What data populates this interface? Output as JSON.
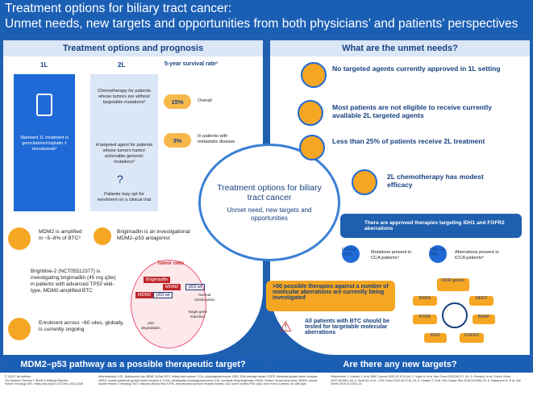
{
  "title_line1": "Treatment options for biliary tract cancer:",
  "title_line2": "Unmet needs, new targets and opportunities from both physicians’ and patients’ perspectives",
  "left_section": "Treatment options and prognosis",
  "right_section": "What are the unmet needs?",
  "col_1l": "1L",
  "col_2l": "2L",
  "survival_header": "5-year survival rate¹",
  "first_line_text": "Standard 1L treatment is gemcitabine/cisplatin ± durvalumab²",
  "chemo_2l": "Chemotherapy for patients whose tumors are without targetable mutations³",
  "targeted_2l": "A targeted agent for patients whose tumors harbor actionable genomic mutations³",
  "no_option": "Patients may opt for enrolment on a clinical trial",
  "surv_overall_pct": "15%",
  "surv_overall_label": "Overall",
  "surv_met_pct": "3%",
  "surv_met_label": "In patients with metastatic disease",
  "center_title": "Treatment options for biliary tract cancer",
  "center_sub": "Unmet need, new targets and opportunities",
  "unmet": [
    "No targeted agents currently approved in 1L setting",
    "Most patients are not eligible to receive currently available 2L targeted agents",
    "Less than 25% of patients receive 2L treatment",
    "2L chemotherapy has modest efficacy"
  ],
  "approved_text": "There are approved therapies targeting IDH1 and FGFR2 aberrations",
  "fgfr2_label": "FGFR2 ~15%",
  "fgfr2_desc": "Mutations present in CCA patients⁴",
  "idh1_label": "IDH1 15–20%",
  "idh1_desc": "Aberrations present in iCCA patients⁵",
  "possible_therapies": ">50 possible therapies against a number of molecular aberrations are currently being investigated",
  "all_patients": "All patients with BTC should be tested for targetable molecular aberrations",
  "targets": [
    "DDR genes",
    "KRAS",
    "HER2",
    "BRAF",
    "NTRK",
    "IDH1",
    "FGFR2"
  ],
  "mdm2_text": "MDM2 is amplified in ~5–8% of BTC⁶",
  "brigimadlin_text": "Brigimadlin is an investigational MDM2–p53 antagonist",
  "brightline_text": "Brightline-2 (NCT05512377) is investigating brigimadlin (45 mg q3w) in patients with advanced TP53 wild-type, MDM2-amplified BTC",
  "enrolment_text": "Enrolment across ~60 sites, globally, is currently ongoing",
  "tumor_cells": "Tumor cells",
  "brig_label": "Brigimadlin",
  "mdm2_lbl": "MDM2",
  "p53wt": "p53 wt",
  "nuclear": "Nuclear translocation",
  "p53deg": "p53 degradation",
  "target_gene": "Target gene induction",
  "bottom_left": "MDM2–p53 pathway as a possible therapeutic target?",
  "bottom_right": "Are there any new targets?",
  "footer_left": "© 2024 The Authors\nThe Authors: Rachna T Shroff & Malinda Ramirez\nFuture Oncology URL: https://doi.org/10.2217/fon-2023-1045",
  "footer_mid": "Abbreviations: 1/2L, first/second line; BRAF, B-Raf; BTC, biliary tract cancer; CCA, cholangiocarcinoma; DDR, DNA damage repair; FGFR, fibroblast growth factor receptor; HER2, human epidermal growth factor receptor 2; iCCA, intrahepatic cholangiocarcinoma; IDH, isocitrate dehydrogenase; KRAS, Kirsten rat sarcoma virus; MDM2, mouse double minute 2 homolog; NCT, national clinical trial; NTRK, neurotrophic tyrosine receptor kinase; p53, tumor protein P53; q3w, once every 3 weeks; wt, wild type.",
  "footer_right": "References: 1. Koshiol J, et al. BMC Cancer 2022;22:1176–84; 2. Vogel A, et al. Ann Oncol 2023;34:127–40; 3. Oneda A, et al. Future Oncol 2022;18:3351–63; 4. Scott AJ, et al. J Clin Oncol 2022;40:2716–34; 5. Haslam T, et al. Clin Cancer Res 2018;24:2556–57; 6. Nakamura H, et al. Nat Genet 2015;47:1003–10"
}
